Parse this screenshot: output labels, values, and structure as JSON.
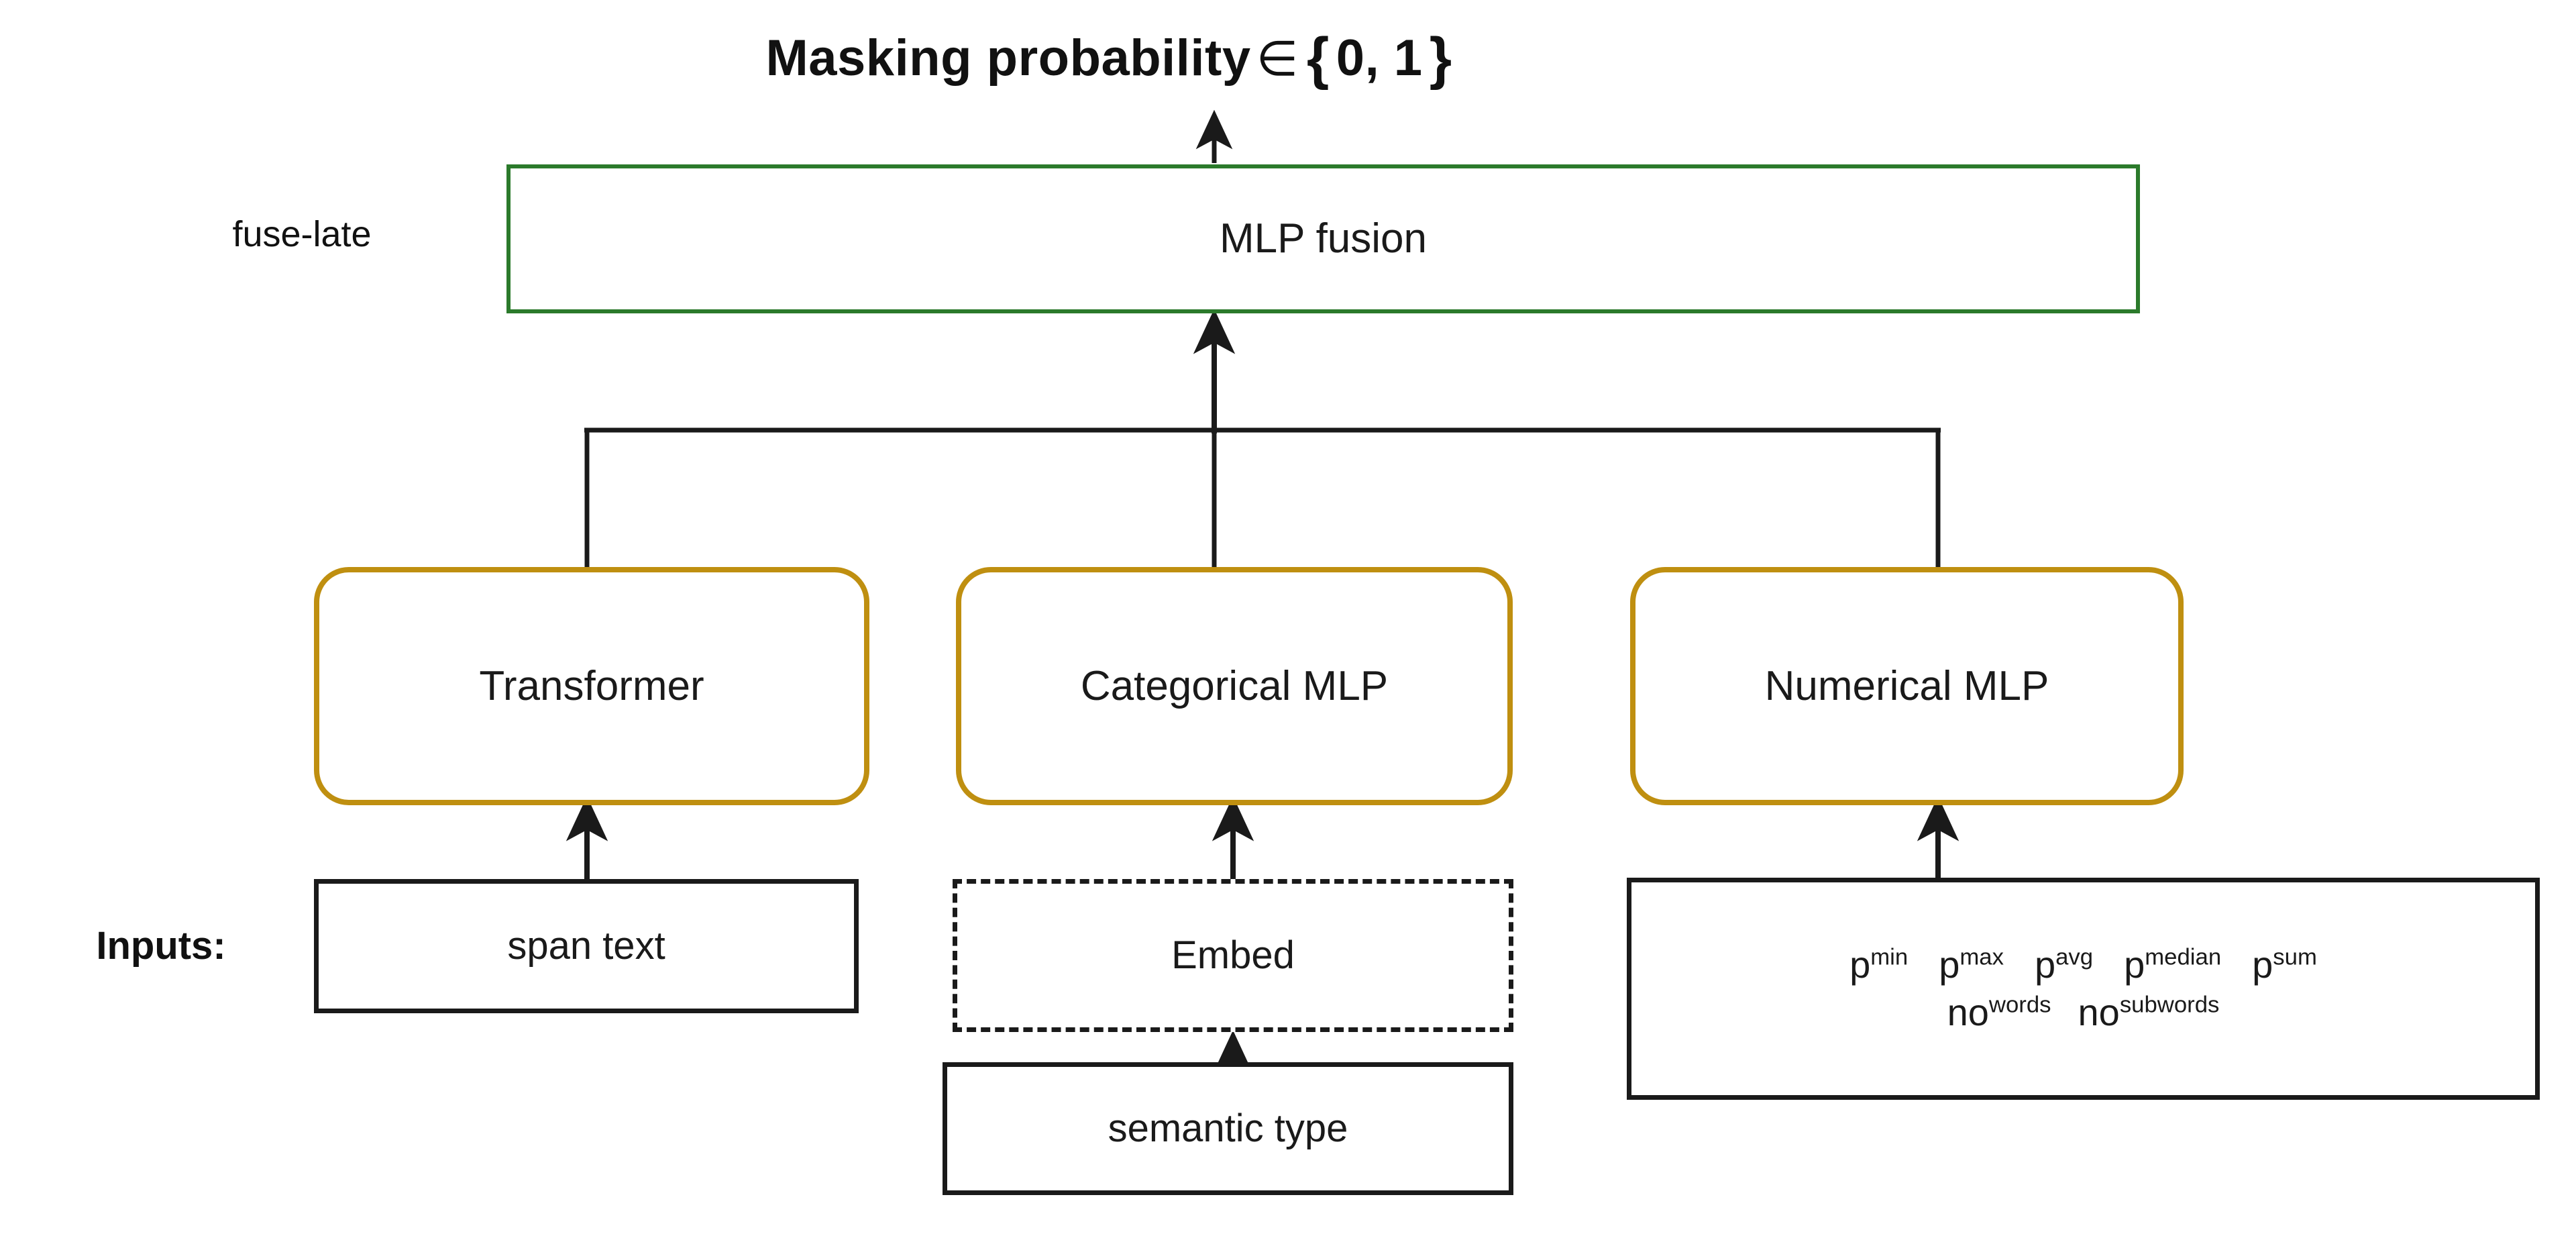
{
  "title": {
    "prefix": "Masking probability",
    "member_symbol": "∈",
    "brace_open": "{",
    "set_values": "0, 1",
    "brace_close": "}",
    "full_text": "Masking probability ∈ { 0, 1 }"
  },
  "labels": {
    "fuse_late": "fuse-late",
    "inputs": "Inputs:"
  },
  "fusion": {
    "label": "MLP fusion",
    "border_color": "#2b7a2b"
  },
  "encoders": [
    {
      "id": "transformer",
      "label": "Transformer",
      "border_color": "#bf8f10"
    },
    {
      "id": "categorical",
      "label": "Categorical MLP",
      "border_color": "#bf8f10"
    },
    {
      "id": "numerical",
      "label": "Numerical MLP",
      "border_color": "#bf8f10"
    }
  ],
  "inputs": {
    "span_text": {
      "label": "span text",
      "style": "solid"
    },
    "embed": {
      "label": "Embed",
      "style": "dashed"
    },
    "semantic_type": {
      "label": "semantic type",
      "style": "solid"
    },
    "numerical_features": {
      "style": "solid",
      "row1": [
        {
          "base": "p",
          "sup": "min"
        },
        {
          "base": "p",
          "sup": "max"
        },
        {
          "base": "p",
          "sup": "avg"
        },
        {
          "base": "p",
          "sup": "median"
        },
        {
          "base": "p",
          "sup": "sum"
        }
      ],
      "row2": [
        {
          "base": "no",
          "sup": "words"
        },
        {
          "base": "no",
          "sup": "subwords"
        }
      ]
    }
  },
  "colors": {
    "green_accent": "#2b7a2b",
    "gold_accent": "#bf8f10",
    "line_black": "#1a1a1a",
    "background": "#ffffff"
  }
}
